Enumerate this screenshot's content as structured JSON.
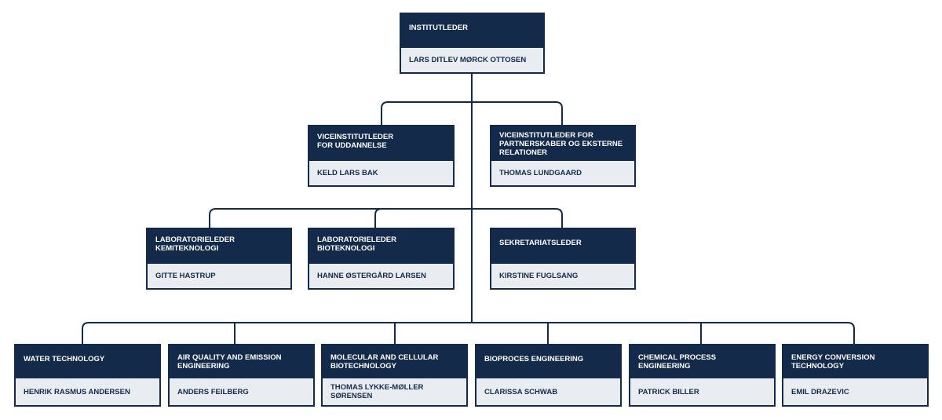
{
  "colors": {
    "navy": "#142a4b",
    "light": "#e9ecf0",
    "line": "#142a4b"
  },
  "org": {
    "head": {
      "role": "INSTITUTLEDER",
      "name": "LARS DITLEV MØRCK OTTOSEN"
    },
    "deputies": [
      {
        "role": "VICEINSTITUTLEDER\nFOR UDDANNELSE",
        "name": "KELD LARS BAK"
      },
      {
        "role": "VICEINSTITUTLEDER FOR\nPARTNERSKABER OG EKSTERNE\nRELATIONER",
        "name": "THOMAS LUNDGAARD"
      }
    ],
    "managers": [
      {
        "role": "LABORATORIELEDER\nKEMITEKNOLOGI",
        "name": "GITTE HASTRUP"
      },
      {
        "role": "LABORATORIELEDER\nBIOTEKNOLOGI",
        "name": "HANNE ØSTERGÅRD LARSEN"
      },
      {
        "role": "SEKRETARIATSLEDER",
        "name": "KIRSTINE FUGLSANG"
      }
    ],
    "sections": [
      {
        "role": "WATER TECHNOLOGY",
        "name": "HENRIK RASMUS ANDERSEN"
      },
      {
        "role": "AIR QUALITY AND EMISSION\nENGINEERING",
        "name": "ANDERS FEILBERG"
      },
      {
        "role": "MOLECULAR AND CELLULAR\nBIOTECHNOLOGY",
        "name": "THOMAS LYKKE-MØLLER SØRENSEN"
      },
      {
        "role": "BIOPROCES ENGINEERING",
        "name": "CLARISSA SCHWAB"
      },
      {
        "role": "CHEMICAL PROCESS\nENGINEERING",
        "name": "PATRICK BILLER"
      },
      {
        "role": "ENERGY CONVERSION\nTECHNOLOGY",
        "name": "EMIL DRAZEVIC"
      }
    ]
  }
}
